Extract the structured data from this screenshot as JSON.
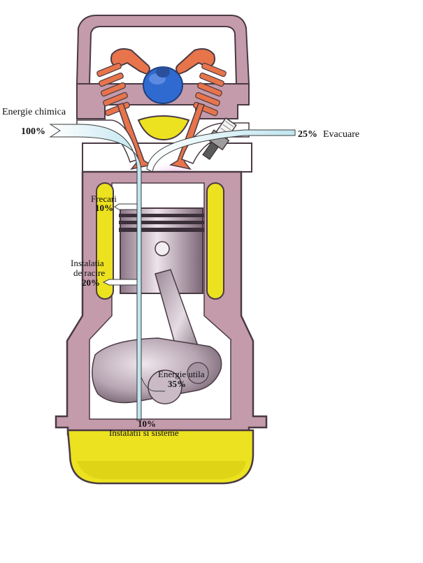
{
  "labels": {
    "input_title": "Energie chimica",
    "input_pct": "100%",
    "exhaust_pct": "25%",
    "exhaust_title": "Evacuare",
    "friction_title": "Frecari",
    "friction_pct": "10%",
    "cooling_title_1": "Instalatia",
    "cooling_title_2": "de racire",
    "cooling_pct": "20%",
    "useful_title": "Energie utila",
    "useful_pct": "35%",
    "systems_pct": "10%",
    "systems_title": "Instalatii si sisteme"
  },
  "colors": {
    "casing": "#c49bab",
    "casing_outline": "#4a3a44",
    "oil_yellow": "#ece21f",
    "rocker_orange": "#e8744b",
    "cam_blue": "#2f6ad0",
    "crank_gray": "#b9a9b5"
  }
}
